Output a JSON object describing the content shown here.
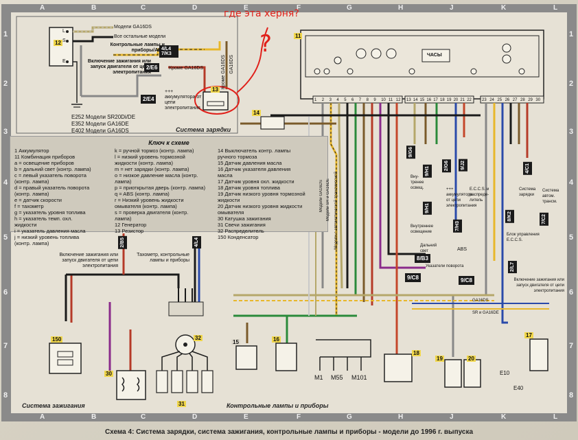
{
  "annotation": {
    "question_text": "где эта херня?",
    "question_mark": "?"
  },
  "grid": {
    "columns": [
      "A",
      "B",
      "C",
      "D",
      "E",
      "F",
      "G",
      "H",
      "J",
      "K",
      "L"
    ],
    "rows": [
      "1",
      "2",
      "3",
      "4",
      "5",
      "6",
      "7",
      "8"
    ]
  },
  "top_left": {
    "component_12": "12",
    "label_L": "L",
    "label_S": "S",
    "label_E": "E",
    "model_ga16ds": "Модели GA16DS",
    "model_other": "Все остальные модели",
    "control_lamps": "Контрольные лампы и приборы/ABS",
    "tag_4l4": "4/L4 7/K3",
    "ignition_text": "Включение зажигания или запуск двигателя от цепи электропитания",
    "tag_2e6": "2/E6",
    "except_ga16ds": "Кроме GA16DS",
    "component_13": "13",
    "battery_text": "+++ аккумулятора от цепи электропитания",
    "tag_2e4": "2/E4",
    "ga16ds_vertical": "GA16DS",
    "except_ga16ds_vertical": "Кроме GA16DS",
    "e252": "E252 Модели SR20Di/DE",
    "e352": "E352 Модели GA16DE",
    "e402": "E402 Модели GA16DS",
    "section_charge": "Система зарядки"
  },
  "panel": {
    "component_11": "11",
    "clock": "ЧАСЫ",
    "pins": [
      "1",
      "2",
      "3",
      "4",
      "5",
      "6",
      "7",
      "8",
      "9",
      "10",
      "11",
      "12",
      "13",
      "14",
      "15",
      "16",
      "17",
      "18",
      "19",
      "20",
      "21",
      "22",
      "23",
      "24",
      "25",
      "26",
      "27",
      "28",
      "29",
      "30"
    ]
  },
  "key": {
    "title": "Ключ к схеме",
    "col1": "1      Аккумулятор\n11    Комбинация приборов\na =   освещение приборов\nb =   дальний свет (контр. лампа)\nc =   левый указатель поворота\n        (контр. лампа)\nd =   правый указатель поворота\n        (контр. лампа)\ne =   датчик скорости\nf =    тахометр\ng =   указатель уровня топлива\nh =   указатель темп. охл.\n        жидкости\ni =    указатель давления масла\nj =    низкий уровень топлива\n        (контр. лампа)",
    "col2": "k =   ручной тормоз (контр. лампа)\nl =    низкий уровень тормозной\n        жидкости (контр. лампа)\nm =  нет зарядки (контр. лампа)\no =   низкое давление масла (контр.\n        лампа)\np =   приоткрытая дверь (контр. лампа)\nq =   ABS (контр. лампа)\nr =    Низкий уровень жидкости\n        омывателя (контр. лампа)\ns =   проверка двигателя (контр.\n        лампа)\n12    Генератор\n13    Резистор",
    "col3": "14    Выключатель контр. лампы\n        ручного тормоза\n15    Датчик давления масла\n16    Датчик указателя давления\n        масла\n17    Датчик уровня охл. жидкости\n18    Датчик уровня топлива\n19    Датчик низкого уровня тормозной\n        жидкости\n20    Датчик низкого уровня жидкости\n        омывателя\n30    Катушка зажигания\n31    Свечи зажигания\n32    Распределитель\n150  Конденсатор"
  },
  "lower_left": {
    "tag_2b5": "2/B5",
    "tag_4l4": "4/L4",
    "ignition_text": "Включение зажигания или запуск двигателя от цепи электропитания",
    "tacho_text": "Тахометр, контрольные лампы и приборы",
    "component_150": "150",
    "component_30": "30",
    "component_31": "31",
    "component_32": "32",
    "section_ignition": "Система зажигания"
  },
  "lower_mid": {
    "component_15": "15",
    "component_16": "16",
    "component_18": "18",
    "m1": "M1",
    "m55": "M55",
    "m101": "M101",
    "section_lamps": "Контрольные лампы и приборы",
    "vertical_1": "Модели SR и GA16DE",
    "vertical_2": "Модели GA16DS",
    "vertical_3": "Модели с автоматической трансмиссией"
  },
  "right_side": {
    "component_14": "14",
    "component_17": "17",
    "component_19": "19",
    "component_20": "20",
    "e10": "E10",
    "e40": "E40",
    "tag_9g6": "9/G6",
    "tag_9h1_a": "9/H1",
    "tag_2g6": "2/G6",
    "tag_9j2": "9/J2",
    "tag_9h1_b": "9/H1",
    "tag_7h3": "7/H3",
    "tag_4c1": "4/C1",
    "tag_8k2": "8/K2",
    "tag_7c2": "7/C2",
    "tag_8b3": "8/B3",
    "tag_9c8_a": "9/C8",
    "tag_9c8_b": "9/C8",
    "tag_2l7": "2/L7",
    "reverse_text": "Вну-тренее освещ.",
    "interior_light": "Внутреннее освещение",
    "battery_plus": "+++ аккумулятора от цепи электропитания",
    "eccs": "E.C.C.S. и распреде-литель",
    "charge_system": "Система зарядки",
    "auto_trans": "Система автом. трансм.",
    "eccs_block": "Блок управления E.C.C.S.",
    "high_beam": "Дальний свет",
    "abs": "ABS",
    "turn_signals": "Указатели поворота",
    "ignition_right": "Включение зажигания или запуск двигателя от цепи электропитания",
    "ga16ds": "GA16DS",
    "sr_ga16de": "SR и GA16DE"
  },
  "caption": "Схема 4: Система зарядки, система зажигания, контрольные лампы и приборы - модели до 1996 г. выпуска"
}
